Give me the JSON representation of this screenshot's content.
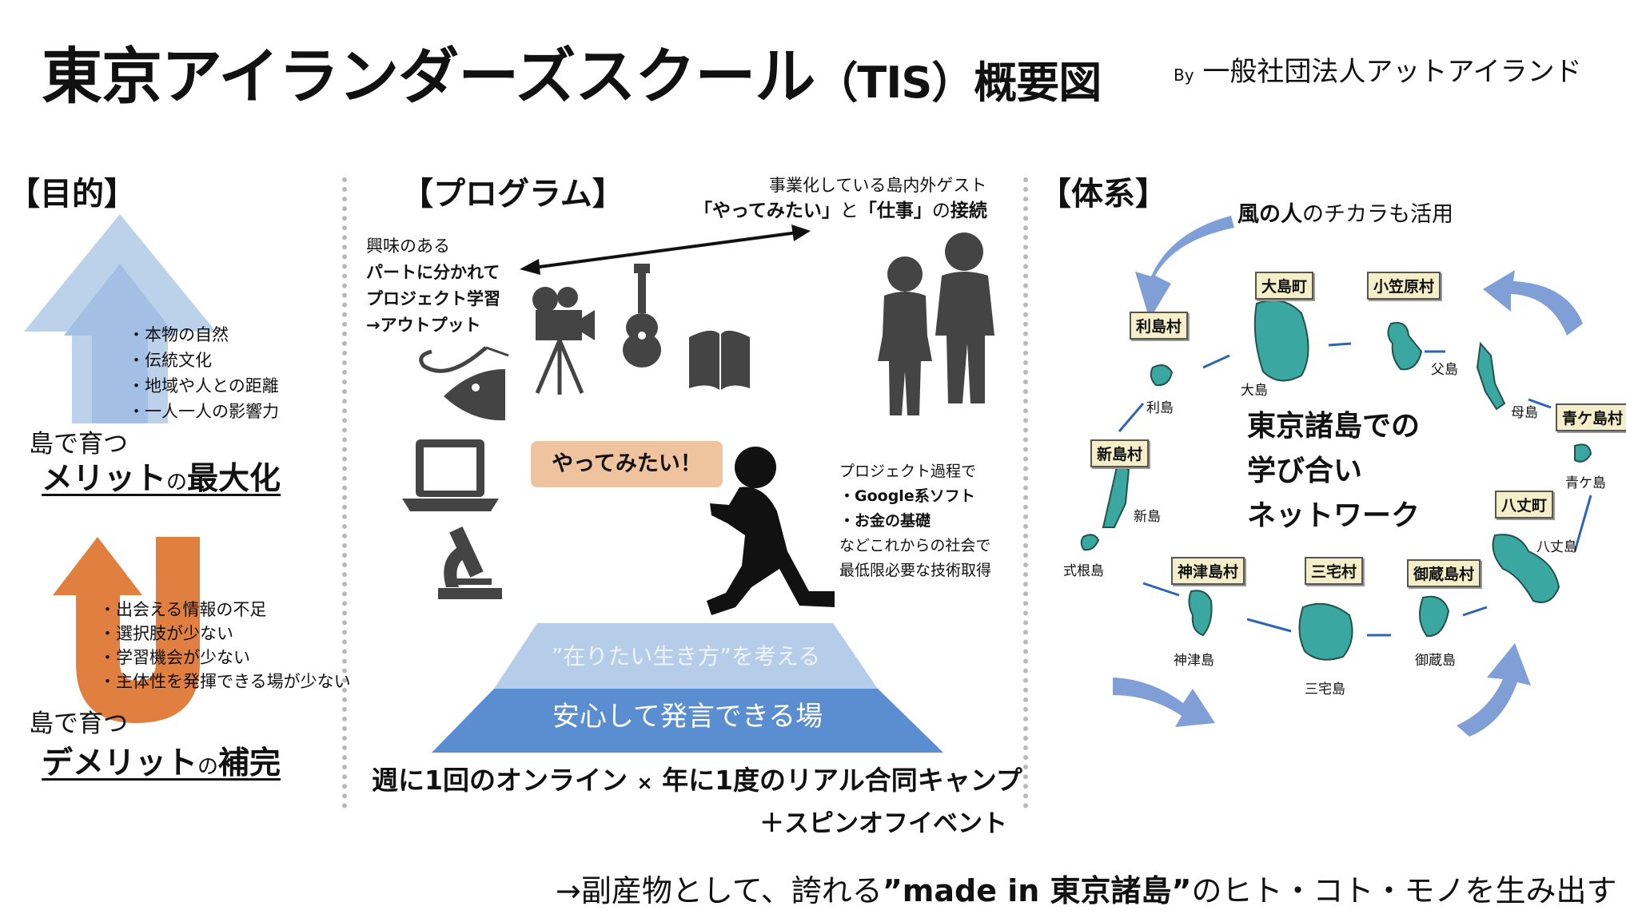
{
  "title": {
    "main": "東京アイランダーズスクール",
    "sub": "（TIS）概要図",
    "by_prefix": "By",
    "by_org": "一般社団法人アットアイランド"
  },
  "purpose": {
    "heading": "【目的】",
    "merit_bullets": [
      "・本物の自然",
      "・伝統文化",
      "・地域や人との距離",
      "・一人一人の影響力"
    ],
    "merit_sub": "島で育つ",
    "merit_big": "メリット",
    "merit_no": "の",
    "merit_big2": "最大化",
    "demerit_bullets": [
      "・出会える情報の不足",
      "・選択肢が少ない",
      "・学習機会が少ない",
      "・主体性を発揮できる場が少ない"
    ],
    "demerit_sub": "島で育つ",
    "demerit_big": "デメリット",
    "demerit_no": "の",
    "demerit_big2": "補完",
    "colors": {
      "arrow_blue_light": "#b9d0ea",
      "arrow_blue": "#a6c2e4",
      "arrow_orange": "#e07f3f"
    }
  },
  "program": {
    "heading": "【プログラム】",
    "guest_line1": "事業化している島内外ゲスト",
    "guest_q1": "「やってみたい」",
    "guest_to": "と",
    "guest_q2": "「仕事」",
    "guest_no": "の",
    "guest_link": "接続",
    "left_lines": [
      "興味のある",
      "パートに分かれて",
      "プロジェクト学習",
      "→アウトプット"
    ],
    "left_lines_bold": [
      false,
      true,
      true,
      true
    ],
    "bubble": "やってみたい！",
    "right_lines": [
      "プロジェクト過程で",
      "・Google系ソフト",
      "・お金の基礎",
      "などこれからの社会で",
      "最低限必要な技術取得"
    ],
    "right_lines_bold": [
      false,
      true,
      true,
      false,
      false
    ],
    "pyramid_top": "”在りたい生き方”を考える",
    "pyramid_bottom": "安心して発言できる場",
    "main_line_a": "週に1回のオンライン",
    "main_x": "×",
    "main_line_b": "年に1度のリアル合同キャンプ",
    "spinoff": "＋スピンオフイベント",
    "icons": [
      "fish-hook-icon",
      "laptop-icon",
      "microscope-icon",
      "movie-camera-icon",
      "guitar-icon",
      "book-icon",
      "people-silhouette-icon",
      "running-child-icon"
    ],
    "colors": {
      "bubble": "#efc39e",
      "pyramid_top": "#b6cde9",
      "pyramid_bottom": "#5b8ed0"
    }
  },
  "system": {
    "heading": "【体系】",
    "kaze_bold": "風の人",
    "kaze_rest": "のチカラも活用",
    "network": [
      "東京諸島での",
      "学び合い",
      "ネットワーク"
    ],
    "villages": [
      "利島村",
      "大島町",
      "小笠原村",
      "青ケ島村",
      "八丈町",
      "御蔵島村",
      "三宅村",
      "神津島村",
      "新島村"
    ],
    "islands": [
      "利島",
      "大島",
      "父島",
      "母島",
      "青ケ島",
      "八丈島",
      "御蔵島",
      "三宅島",
      "神津島",
      "新島",
      "式根島"
    ],
    "colors": {
      "island": "#3aa8a0",
      "arrow": "#7f9fd6",
      "line": "#2f63b6",
      "label_bg": "#f4efc9"
    }
  },
  "footer": {
    "prefix": "→副産物として、誇れる",
    "bold": "”made in 東京諸島”",
    "suffix": "のヒト・コト・モノを生み出す"
  }
}
